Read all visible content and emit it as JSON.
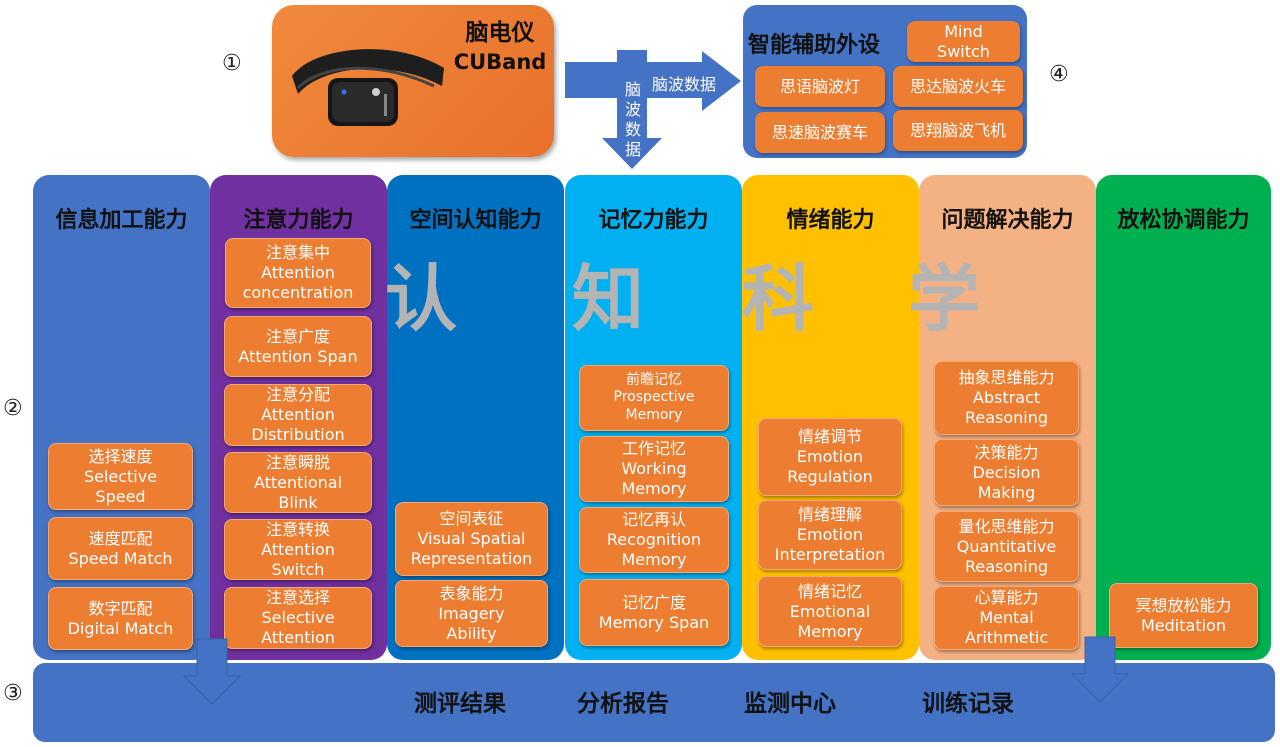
{
  "markers": [
    "①",
    "②",
    "③",
    "④"
  ],
  "device": {
    "title": "脑电仪",
    "subtitle": "CUBand"
  },
  "arrows": {
    "right_label": "脑波数据",
    "down_label": [
      "脑",
      "波",
      "数",
      "据"
    ]
  },
  "peripherals": {
    "title": "智能辅助外设",
    "items": [
      "Mind Switch",
      "思语脑波灯",
      "思达脑波火车",
      "思速脑波赛车",
      "思翔脑波飞机"
    ]
  },
  "banner": [
    "认",
    "知",
    "科",
    "学"
  ],
  "columns": [
    {
      "title": "信息加工能力",
      "color": "#4472c4",
      "cards": [
        [
          "选择速度",
          "Selective",
          "Speed"
        ],
        [
          "速度匹配",
          "Speed Match"
        ],
        [
          "数字匹配",
          "Digital Match"
        ]
      ]
    },
    {
      "title": "注意力能力",
      "color": "#7030a0",
      "cards": [
        [
          "注意集中",
          "Attention",
          "concentration"
        ],
        [
          "注意广度",
          "Attention Span"
        ],
        [
          "注意分配",
          "Attention",
          "Distribution"
        ],
        [
          "注意瞬脱",
          "Attentional",
          "Blink"
        ],
        [
          "注意转换",
          "Attention",
          "Switch"
        ],
        [
          "注意选择",
          "Selective",
          "Attention"
        ]
      ]
    },
    {
      "title": "空间认知能力",
      "color": "#0070c0",
      "cards": [
        [
          "空间表征",
          "Visual Spatial",
          "Representation"
        ],
        [
          "表象能力",
          "Imagery",
          "Ability"
        ]
      ]
    },
    {
      "title": "记忆力能力",
      "color": "#00b0f0",
      "cards": [
        [
          "前瞻记忆",
          "Prospective",
          "Memory"
        ],
        [
          "工作记忆",
          "Working",
          "Memory"
        ],
        [
          "记忆再认",
          "Recognition",
          "Memory"
        ],
        [
          "记忆广度",
          "Memory Span"
        ]
      ]
    },
    {
      "title": "情绪能力",
      "color": "#ffc000",
      "cards": [
        [
          "情绪调节",
          "Emotion",
          "Regulation"
        ],
        [
          "情绪理解",
          "Emotion",
          "Interpretation"
        ],
        [
          "情绪记忆",
          "Emotional",
          "Memory"
        ]
      ]
    },
    {
      "title": "问题解决能力",
      "color": "#f4b183",
      "cards": [
        [
          "抽象思维能力",
          "Abstract",
          "Reasoning"
        ],
        [
          "决策能力",
          "Decision",
          "Making"
        ],
        [
          "量化思维能力",
          "Quantitative",
          "Reasoning"
        ],
        [
          "心算能力",
          "Mental",
          "Arithmetic"
        ]
      ]
    },
    {
      "title": "放松协调能力",
      "color": "#00b050",
      "cards": [
        [
          "冥想放松能力",
          "Meditation"
        ]
      ]
    }
  ],
  "bottom": [
    "测评结果",
    "分析报告",
    "监测中心",
    "训练记录"
  ],
  "colors": {
    "card": "#ed7d31",
    "bar": "#4472c4",
    "arrow": "#4472c4"
  }
}
